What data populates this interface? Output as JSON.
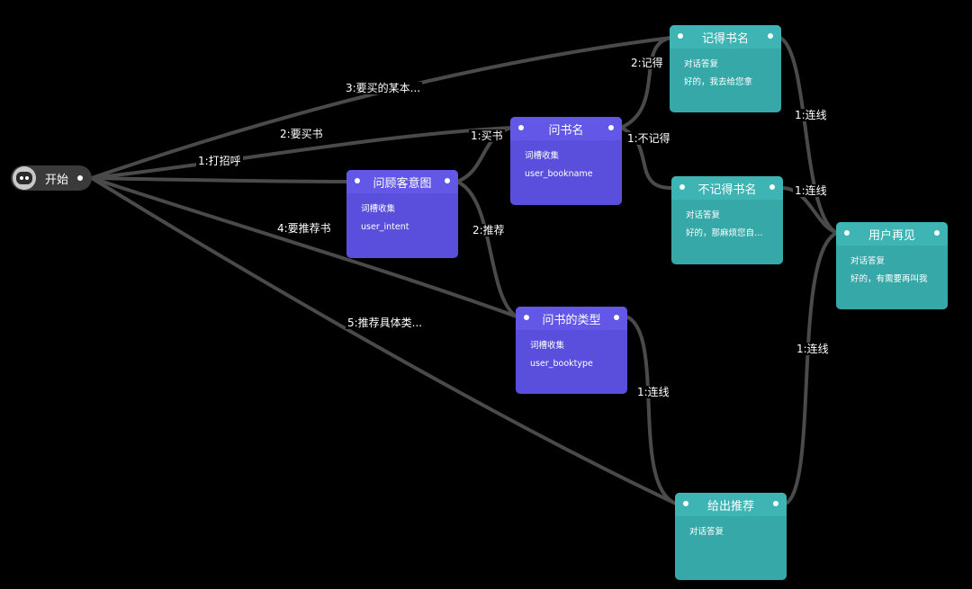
{
  "start": {
    "label": "开始",
    "icon": "robot-icon"
  },
  "nodes": {
    "intent": {
      "title": "问顾客意图",
      "type": "词槽收集",
      "value": "user_intent"
    },
    "bookname": {
      "title": "问书名",
      "type": "词槽收集",
      "value": "user_bookname"
    },
    "booktype": {
      "title": "问书的类型",
      "type": "词槽收集",
      "value": "user_booktype"
    },
    "remember": {
      "title": "记得书名",
      "type": "对话答复",
      "value": "好的，我去给您拿"
    },
    "forget": {
      "title": "不记得书名",
      "type": "对话答复",
      "value": "好的，那麻烦您自…"
    },
    "bye": {
      "title": "用户再见",
      "type": "对话答复",
      "value": "好的，有需要再叫我"
    },
    "recommend": {
      "title": "给出推荐",
      "type": "对话答复",
      "value": ""
    }
  },
  "edges": {
    "e1": "1:打招呼",
    "e2": "2:要买书",
    "e3": "3:要买的某本...",
    "e4": "4:要推荐书",
    "e5": "5:推荐具体类...",
    "buy": "1:买书",
    "rec": "2:推荐",
    "remember": "2:记得",
    "forget": "1:不记得",
    "link1": "1:连线",
    "link2": "1:连线",
    "link3": "1:连线",
    "link4": "1:连线"
  },
  "colors": {
    "purple": "#5a4fdc",
    "teal": "#36a8a8",
    "edge": "#4a4a4a",
    "background": "#000000"
  }
}
